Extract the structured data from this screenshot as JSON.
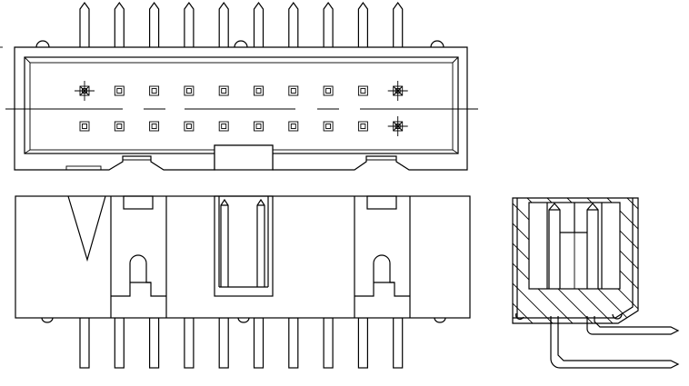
{
  "drawing": {
    "kind": "connector-outline",
    "views": [
      "top-view",
      "front-view",
      "side-view"
    ],
    "pin_rows": 2,
    "pins_per_row": 10,
    "marked_pins": [
      "row1-col1",
      "row1-col10",
      "row2-col10"
    ],
    "line_color": "#000000",
    "background": "#ffffff"
  }
}
